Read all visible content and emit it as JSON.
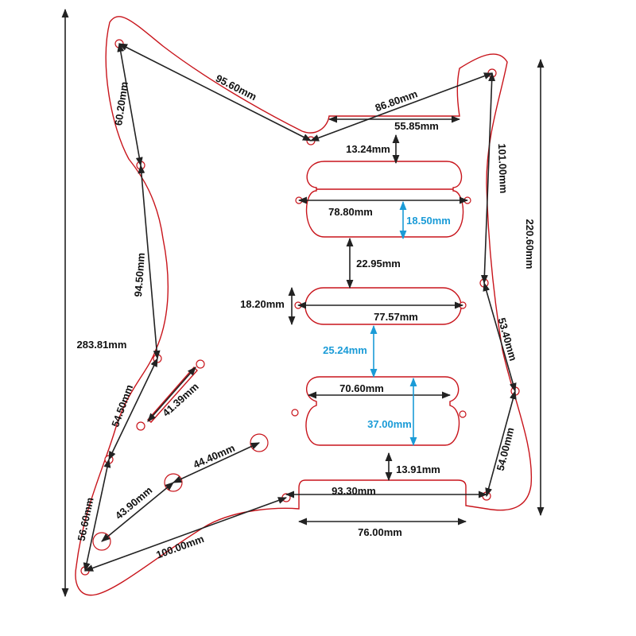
{
  "colors": {
    "outline": "#c8141b",
    "dimension": "#222222",
    "highlight": "#1a9bd7",
    "background": "#ffffff"
  },
  "labels": {
    "d_95_60": "95.60mm",
    "d_86_80": "86.80mm",
    "d_55_85": "55.85mm",
    "d_13_24": "13.24mm",
    "d_60_20": "60.20mm",
    "d_101_00": "101.00mm",
    "d_220_60": "220.60mm",
    "d_78_80": "78.80mm",
    "d_18_50": "18.50mm",
    "d_22_95": "22.95mm",
    "d_94_50": "94.50mm",
    "d_18_20": "18.20mm",
    "d_77_57": "77.57mm",
    "d_283_81": "283.81mm",
    "d_53_40": "53.40mm",
    "d_25_24": "25.24mm",
    "d_41_39": "41.39mm",
    "d_70_60": "70.60mm",
    "d_54_50": "54.50mm",
    "d_37_00": "37.00mm",
    "d_44_40": "44.40mm",
    "d_54_00": "54.00mm",
    "d_13_91": "13.91mm",
    "d_43_90": "43.90mm",
    "d_93_30": "93.30mm",
    "d_56_60": "56.60mm",
    "d_76_00": "76.00mm",
    "d_100_00": "100.00mm"
  }
}
